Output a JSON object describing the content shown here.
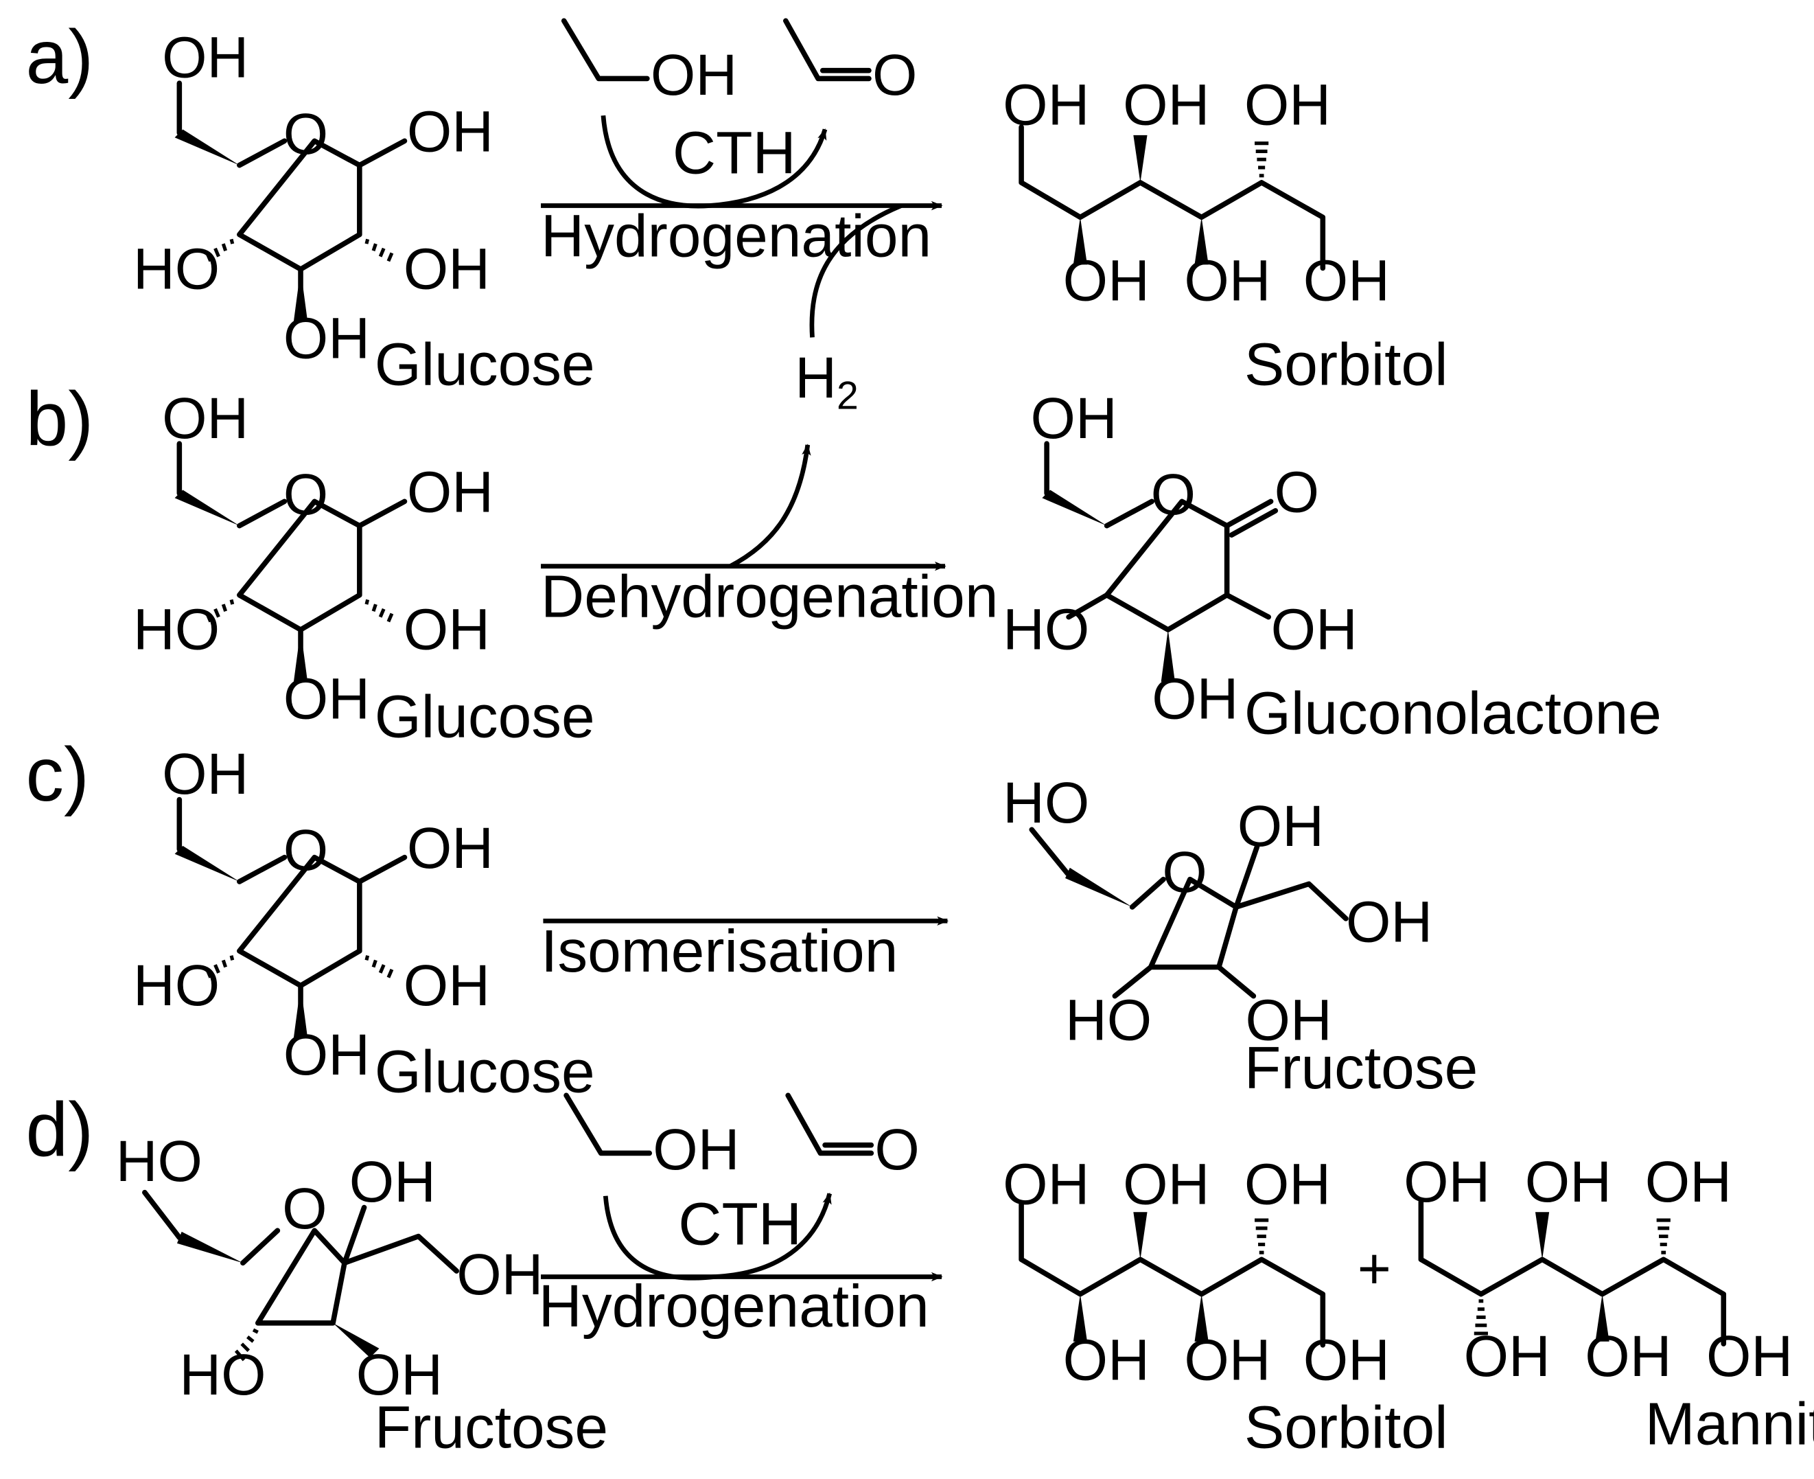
{
  "atoms": {
    "oh": "OH",
    "ho": "HO",
    "o": "O",
    "h2_main": "H",
    "h2_sub": "2",
    "plus": "+"
  },
  "panels": {
    "a": "a)",
    "b": "b)",
    "c": "c)",
    "d": "d)"
  },
  "reactions": {
    "cth": "CTH",
    "hydrogenation": "Hydrogenation",
    "dehydrogenation": "Dehydrogenation",
    "isomerisation": "Isomerisation"
  },
  "compounds": {
    "glucose": "Glucose",
    "sorbitol": "Sorbitol",
    "gluconolactone": "Gluconolactone",
    "fructose": "Fructose",
    "mannitol": "Mannitol"
  }
}
